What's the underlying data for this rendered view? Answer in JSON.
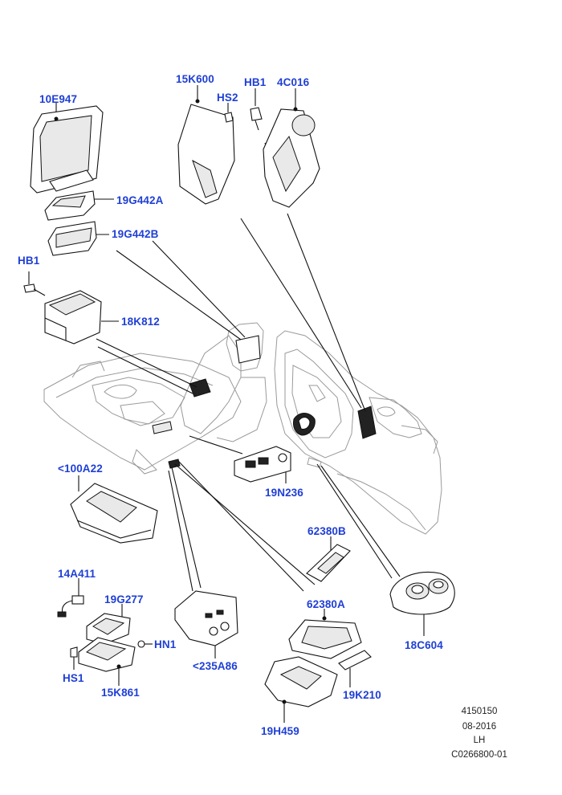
{
  "callouts": {
    "c10E947": "10E947",
    "c15K600": "15K600",
    "cHS2": "HS2",
    "cHB1_top": "HB1",
    "c4C016": "4C016",
    "c19G442A": "19G442A",
    "c19G442B": "19G442B",
    "cHB1_left": "HB1",
    "c18K812": "18K812",
    "c100A22": "<100A22",
    "c19N236": "19N236",
    "c62380B": "62380B",
    "c14A411": "14A411",
    "c19G277": "19G277",
    "cHN1": "HN1",
    "cHS1": "HS1",
    "c15K861": "15K861",
    "c235A86": "<235A86",
    "c62380A": "62380A",
    "c18C604": "18C604",
    "c19K210": "19K210",
    "c19H459": "19H459"
  },
  "meta": {
    "ref": "4150150",
    "date": "08-2016",
    "side": "LH",
    "code": "C0266800-01"
  },
  "colors": {
    "callout_text": "#1f3fd6",
    "line_art": "#111111",
    "vehicle_outline": "#9a9a9a"
  }
}
